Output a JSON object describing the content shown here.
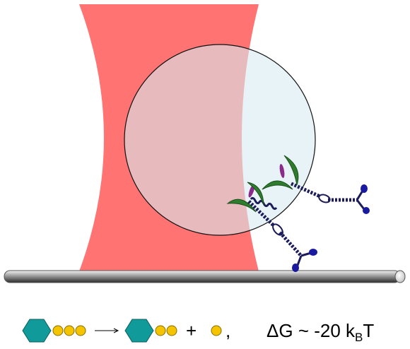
{
  "colors": {
    "beam": "#ff7373",
    "bead_fill": "#d7ebf0",
    "bead_outline": "#111111",
    "rod_dark": "#333333",
    "rod_light": "#e0e0e0",
    "chain": "#1c1c5a",
    "hinge_fill": "#ffffff",
    "domain_green": "#2e7d2e",
    "domain_purple": "#8a2b8a",
    "end_blue": "#1a1aa0",
    "hexagon": "#109a9a",
    "sugar_yellow": "#f5c400",
    "sugar_outline": "#8a6d00"
  },
  "icons": {
    "substrate": "hexagon-with-three-circles-icon",
    "product": "hexagon-with-two-circles-icon",
    "released": "single-circle-icon",
    "arrow": "right-arrow-icon"
  },
  "equation": {
    "plus": "+",
    "comma": ",",
    "delta": "ΔG ~ -20 k",
    "subscript": "B",
    "tail": "T"
  }
}
